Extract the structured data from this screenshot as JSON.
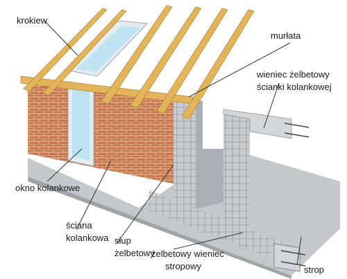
{
  "labels": {
    "krokiew": "krokiew",
    "murlata": "murłata",
    "wieniec_line1": "wieniec żelbetowy",
    "wieniec_line2": "ścianki kolankowej",
    "okno": "okno kolankowe",
    "sciana_line1": "ściana",
    "sciana_line2": "kolankowa",
    "slup_line1": "słup",
    "slup_line2": "żelbetowy",
    "stropowy_line1": "żelbetowy wieniec",
    "stropowy_line2": "stropowy",
    "strop": "strop"
  },
  "colors": {
    "timber": "#e3b45a",
    "timber_dark": "#b88a3a",
    "brick": "#c8784c",
    "brick_mortar": "#e8c4a8",
    "concrete": "#c9cccf",
    "concrete_dark": "#a9aeb3",
    "slab": "#c4c8cc",
    "glass": "#bfe3f2",
    "frame": "#e4ecf0",
    "leader": "#333333"
  }
}
